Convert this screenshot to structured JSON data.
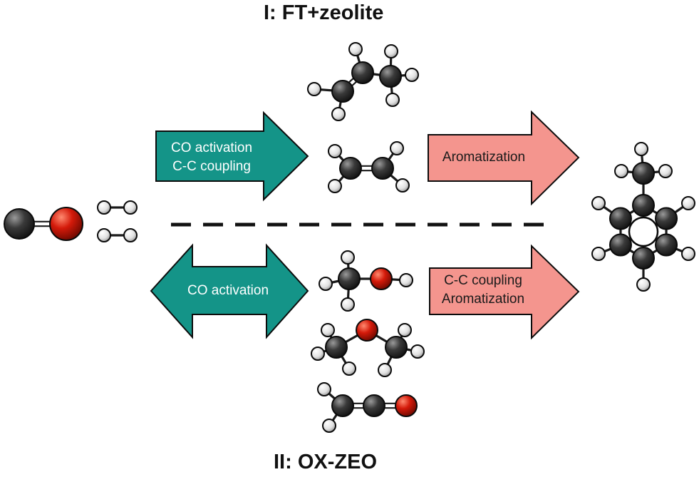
{
  "titles": {
    "top": "I: FT+zeolite",
    "bottom": "II: OX-ZEO"
  },
  "arrows": {
    "top_left": {
      "lines": [
        "CO activation",
        "C-C coupling"
      ]
    },
    "top_right": {
      "lines": [
        "Aromatization"
      ]
    },
    "bottom_left": {
      "lines": [
        "CO activation"
      ]
    },
    "bottom_right": {
      "lines": [
        "C-C coupling",
        "Aromatization"
      ]
    }
  },
  "colors": {
    "teal_arrow": "#149488",
    "pink_arrow": "#F4958E",
    "carbon": "#2B2B2B",
    "oxygen": "#D41A0A",
    "hydrogen": "#E8E8E8"
  },
  "molecules": [
    "carbon-monoxide",
    "hydrogen",
    "propylene",
    "ethylene",
    "methanol",
    "dimethyl-ether",
    "ketene",
    "toluene"
  ]
}
